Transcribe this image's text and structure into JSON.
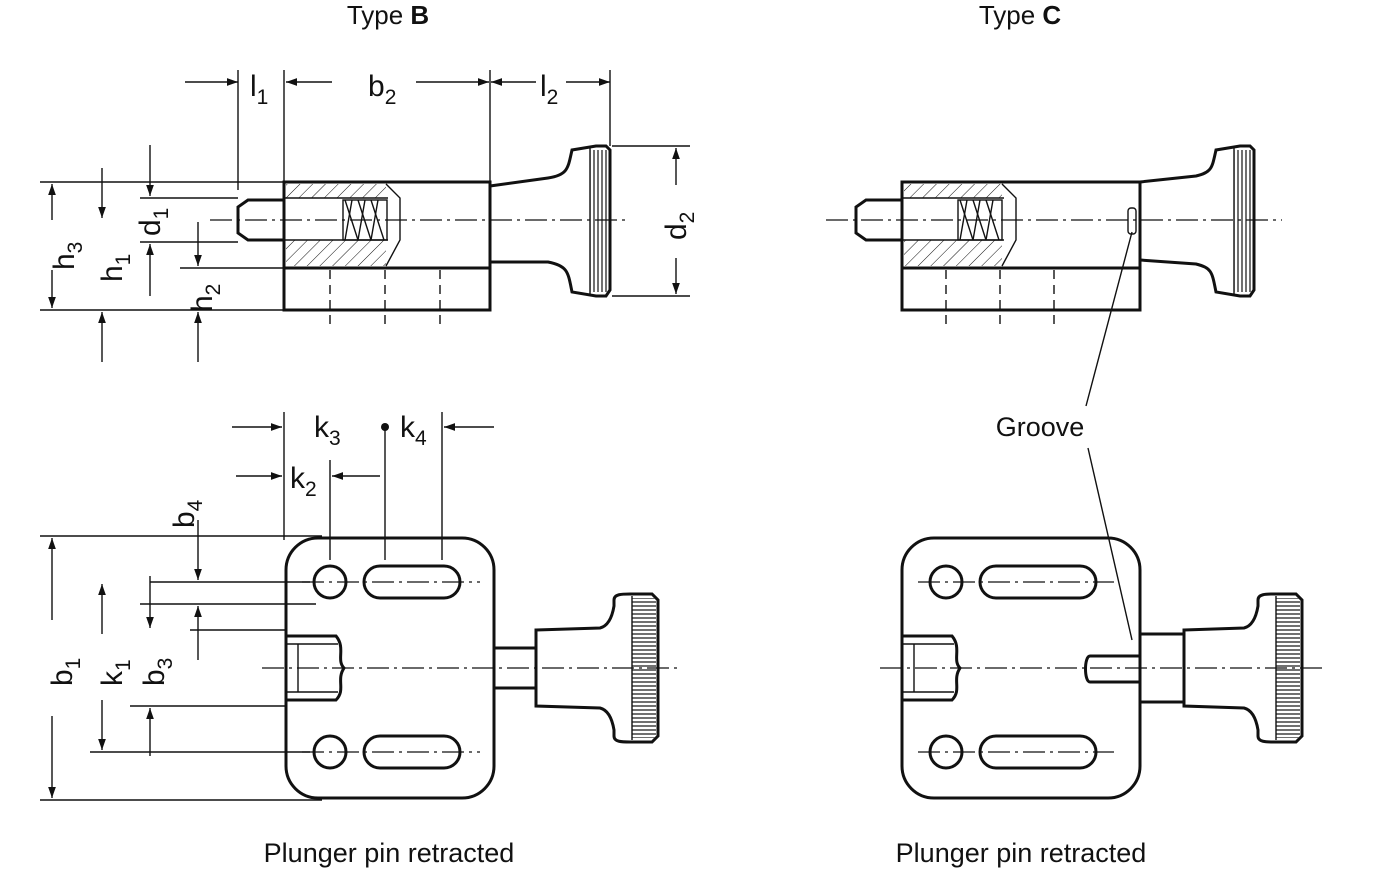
{
  "types": {
    "left": {
      "prefix": "Type ",
      "letter": "B"
    },
    "right": {
      "prefix": "Type ",
      "letter": "C"
    }
  },
  "captions": {
    "left": "Plunger pin retracted",
    "right": "Plunger pin retracted"
  },
  "groove_label": "Groove",
  "dimensions": {
    "l1": {
      "main": "l",
      "sub": "1"
    },
    "b2": {
      "main": "b",
      "sub": "2"
    },
    "l2": {
      "main": "l",
      "sub": "2"
    },
    "d1": {
      "main": "d",
      "sub": "1"
    },
    "d2": {
      "main": "d",
      "sub": "2"
    },
    "h1": {
      "main": "h",
      "sub": "1"
    },
    "h2": {
      "main": "h",
      "sub": "2"
    },
    "h3": {
      "main": "h",
      "sub": "3"
    },
    "k1": {
      "main": "k",
      "sub": "1"
    },
    "k2": {
      "main": "k",
      "sub": "2"
    },
    "k3": {
      "main": "k",
      "sub": "3"
    },
    "k4": {
      "main": "k",
      "sub": "4"
    },
    "b1": {
      "main": "b",
      "sub": "1"
    },
    "b3": {
      "main": "b",
      "sub": "3"
    },
    "b4": {
      "main": "b",
      "sub": "4"
    }
  }
}
